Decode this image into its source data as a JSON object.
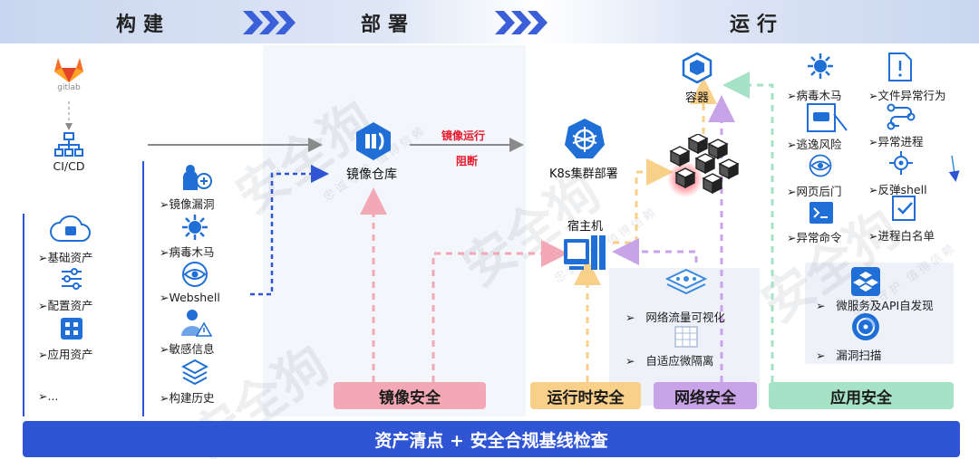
{
  "stages": {
    "build": "构建",
    "deploy": "部署",
    "run": "运行"
  },
  "sources": {
    "gitlab": "gitlab",
    "cicd": "CI/CD"
  },
  "assets": [
    "基础资产",
    "配置资产",
    "应用资产",
    "..."
  ],
  "build_checks": [
    "镜像漏洞",
    "病毒木马",
    "Webshell",
    "敏感信息",
    "构建历史"
  ],
  "registry": {
    "label": "镜像仓库"
  },
  "flow": {
    "image_run": "镜像运行",
    "block": "阻断"
  },
  "k8s": {
    "label": "K8s集群部署"
  },
  "host": {
    "label": "宿主机"
  },
  "container": {
    "label": "容器"
  },
  "network": [
    "网络流量可视化",
    "自适应微隔离"
  ],
  "runtime_checks_left": [
    "病毒木马",
    "逃逸风险",
    "网页后门",
    "异常命令"
  ],
  "runtime_checks_right": [
    "文件异常行为",
    "异常进程",
    "反弹shell",
    "进程白名单"
  ],
  "app_checks": [
    "微服务及API自发现",
    "漏洞扫描"
  ],
  "badges": {
    "image_security": "镜像安全",
    "runtime_security": "运行时安全",
    "network_security": "网络安全",
    "app_security": "应用安全"
  },
  "bottom": "资产清点 + 安全合规基线检查",
  "watermark": {
    "main": "安全狗",
    "sub": "忠诚守护 值得信赖"
  },
  "colors": {
    "primary_blue": "#2f55d4",
    "icon_blue": "#1f6fd6",
    "pink": "#f3a9b5",
    "orange": "#f9d08a",
    "purple": "#c9a3e8",
    "green": "#a6e2c6",
    "alert_red": "#e8192c"
  }
}
